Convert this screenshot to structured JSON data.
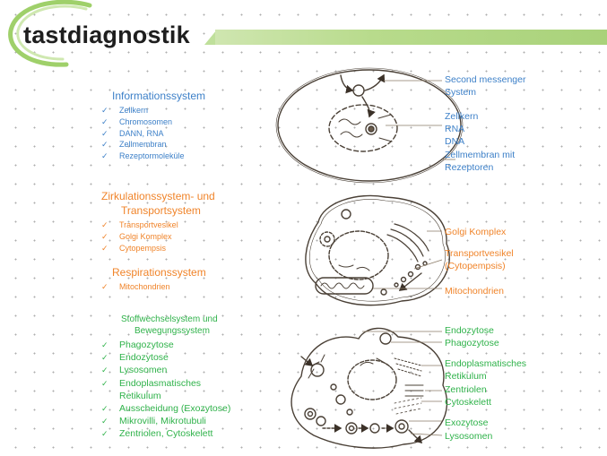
{
  "brand": {
    "name": "tastdiagnostik"
  },
  "colors": {
    "blue": "#3d80c8",
    "orange": "#f0842a",
    "green": "#2fb24a",
    "brand_green": "#a9d27a",
    "sketch": "#4a4036"
  },
  "left_panel": {
    "information": {
      "title": "Informationssystem",
      "items": [
        "Zellkern",
        "Chromosomen",
        "DANN, RNA",
        "Zellmembran",
        "Rezeptormoleküle"
      ]
    },
    "circulation": {
      "title_line1": "Zirkulationssystem- und",
      "title_line2": "Transportsystem",
      "items": [
        "Transportvesikel",
        "Golgi Komplex",
        "Cytopempsis"
      ]
    },
    "respiration": {
      "title": "Respirationssystem",
      "items": [
        "Mitochondrien"
      ]
    },
    "metabolism": {
      "title_line1": "Stoffwechselsystem und",
      "title_line2": "Bewegungssystem",
      "items": [
        "Phagozytose",
        "Endozytose",
        "Lysosomen",
        "Endoplasmatisches",
        "Retikulum",
        "Ausscheidung (Exozytose)",
        "Mikrovilli, Mikrotubuli",
        "Zentriolen, Cytoskelett"
      ]
    }
  },
  "right_labels": {
    "cell1": [
      "Second messenger",
      "System",
      "Zellkern",
      "RNA",
      "DNA",
      "Zellmembran mit",
      "Rezeptoren"
    ],
    "cell2": [
      "Golgi Komplex",
      "Transportvesikel",
      "(Cytopempsis)",
      "Mitochondrien"
    ],
    "cell3": [
      "Endozytose",
      "Phagozytose",
      "Endoplasmatisches",
      "Retikulum",
      "Zentriolen",
      "Cytoskelett",
      "Exozytose",
      "Lysosomen"
    ]
  }
}
